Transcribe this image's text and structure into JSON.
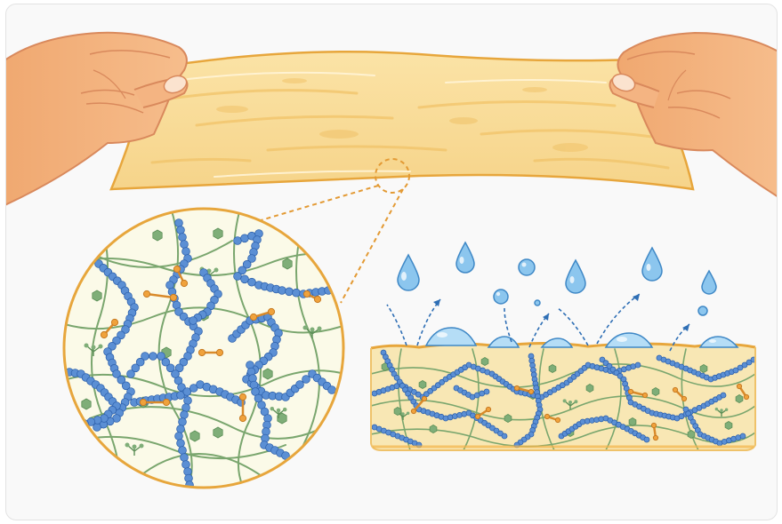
{
  "figure": {
    "panels": [
      {
        "id": "stretched-film",
        "icon": "hands-stretching-film"
      },
      {
        "id": "magnified-network",
        "icon": "polymer-network-magnifier"
      },
      {
        "id": "film-cross-section",
        "icon": "hydrated-film-with-droplets"
      }
    ],
    "colors": {
      "film_fill": "#f8dc97",
      "film_outline": "#e7a63c",
      "skin": "#f3b17b",
      "skin_outline": "#d9895c",
      "polymer_bead": "#5b8fd4",
      "polymer_bead_outline": "#2f62ad",
      "fiber": "#7aa66e",
      "crosslink": "#f0a23c",
      "water": "#8cc6ee",
      "water_outline": "#3f88c6",
      "magnifier_bg": "#fbfae8",
      "background": "#f9f9f9"
    }
  }
}
